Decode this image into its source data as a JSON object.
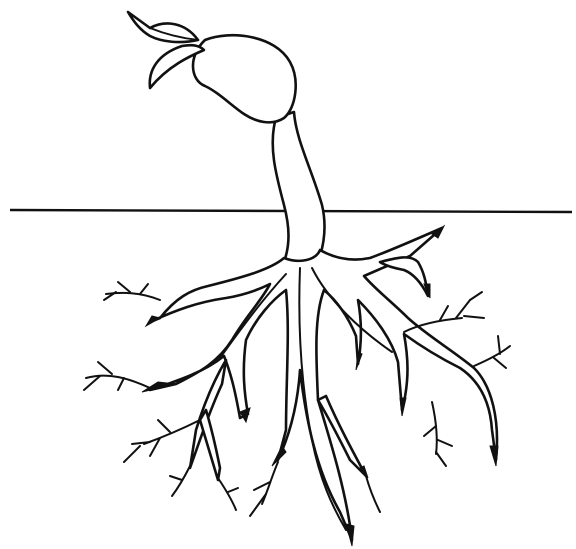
{
  "diagram": {
    "colors": {
      "ink": "#111111",
      "background": "#ffffff"
    },
    "parts": [
      "seed-coat",
      "cotyledon-leaves",
      "hypocotyl",
      "soil-line",
      "primary-root",
      "lateral-roots",
      "root-hairs"
    ]
  }
}
